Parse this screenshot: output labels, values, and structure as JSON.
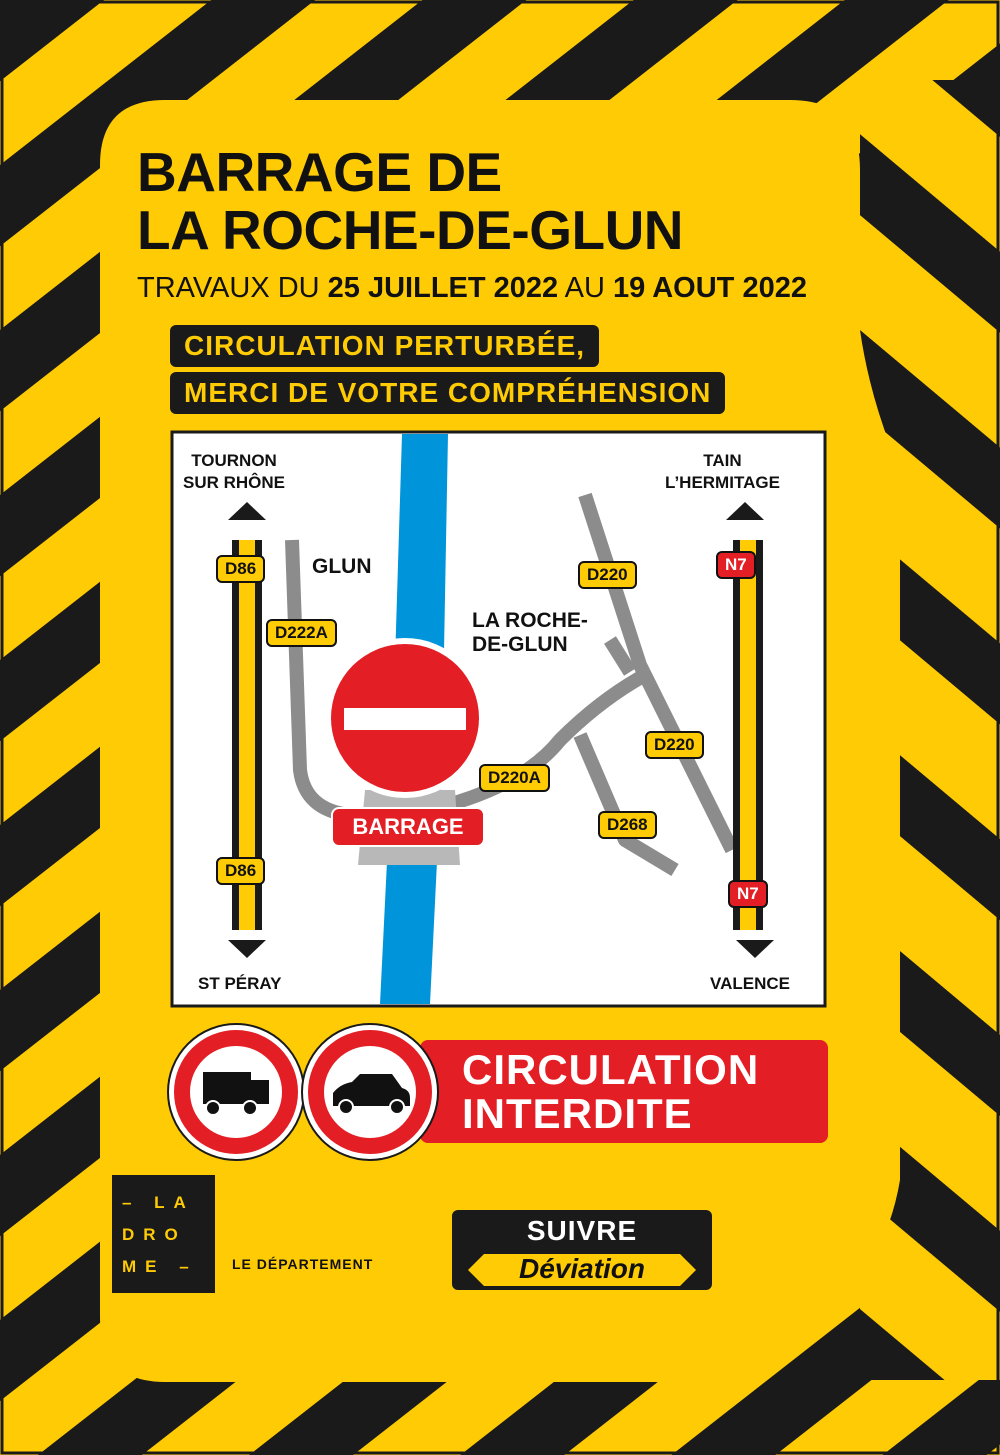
{
  "title": {
    "line1": "BARRAGE DE",
    "line2": "LA ROCHE-DE-GLUN"
  },
  "dates": {
    "prefix": "TRAVAUX DU",
    "start": "25 JUILLET 2022",
    "middle": "AU",
    "end": "19 AOUT 2022"
  },
  "banners": {
    "line1": "CIRCULATION PERTURBÉE,",
    "line2": "MERCI DE VOTRE COMPRÉHENSION"
  },
  "map": {
    "destinations": {
      "north_west": "TOURNON\nSUR RHÔNE",
      "north_east": "TAIN\nL’HERMITAGE",
      "south_west": "ST PÉRAY",
      "south_east": "VALENCE"
    },
    "places": {
      "glun": "GLUN",
      "la_roche": "LA ROCHE-\nDE-GLUN"
    },
    "roads": {
      "d86_top": "D86",
      "d86_bottom": "D86",
      "d222a": "D222A",
      "d220_top": "D220",
      "d220_mid": "D220",
      "d220a": "D220A",
      "d268": "D268",
      "n7_top": "N7",
      "n7_bottom": "N7"
    },
    "barrage_label": "BARRAGE"
  },
  "prohibition": {
    "text": "CIRCULATION\nINTERDITE"
  },
  "footer": {
    "logo_lines": [
      "– LA",
      "DRO",
      "ME –"
    ],
    "department": "LE DÉPARTEMENT",
    "follow": "SUIVRE",
    "detour": "Déviation"
  },
  "colors": {
    "yellow": "#FFCB05",
    "black": "#1a1a1a",
    "red": "#E31E24",
    "river": "#0094DA",
    "road_grey": "#8C8C8C"
  }
}
